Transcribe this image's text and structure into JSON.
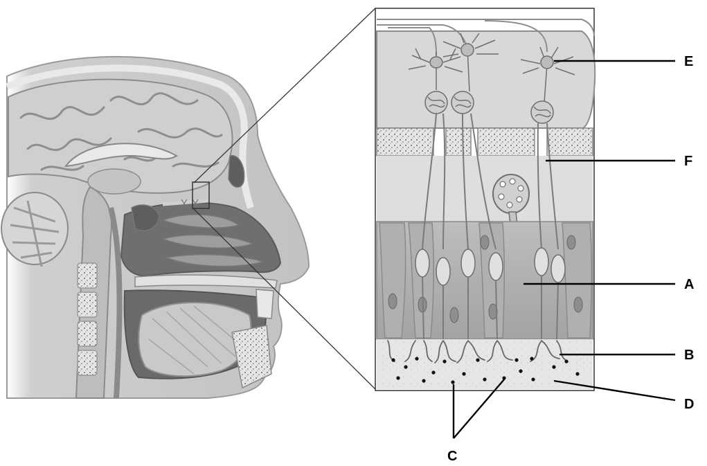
{
  "labels": {
    "A": "A",
    "B": "B",
    "C": "C",
    "D": "D",
    "E": "E",
    "F": "F"
  },
  "colors": {
    "background": "#ffffff",
    "tissue_light": "#dcdcdc",
    "tissue_mid": "#b9b9b9",
    "tissue_dark": "#7a7a7a",
    "line": "#000000"
  }
}
